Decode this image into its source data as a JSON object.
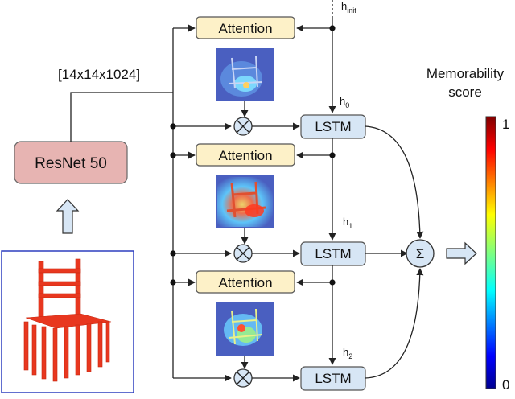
{
  "diagram": {
    "input_image_label": "chair",
    "encoder_label": "ResNet 50",
    "feature_shape": "[14x14x1024]",
    "h_init_main": "h",
    "h_init_sub": "init",
    "steps": [
      {
        "attention_label": "Attention",
        "lstm_label": "LSTM",
        "h_main": "h",
        "h_sub": "0"
      },
      {
        "attention_label": "Attention",
        "lstm_label": "LSTM",
        "h_main": "h",
        "h_sub": "1"
      },
      {
        "attention_label": "Attention",
        "lstm_label": "LSTM",
        "h_main": "h",
        "h_sub": "2"
      }
    ],
    "sum_symbol": "Σ",
    "multiply_symbol": "⊗",
    "colorbar": {
      "title_line1": "Memorability",
      "title_line2": "score",
      "max_label": "1",
      "min_label": "0"
    }
  }
}
